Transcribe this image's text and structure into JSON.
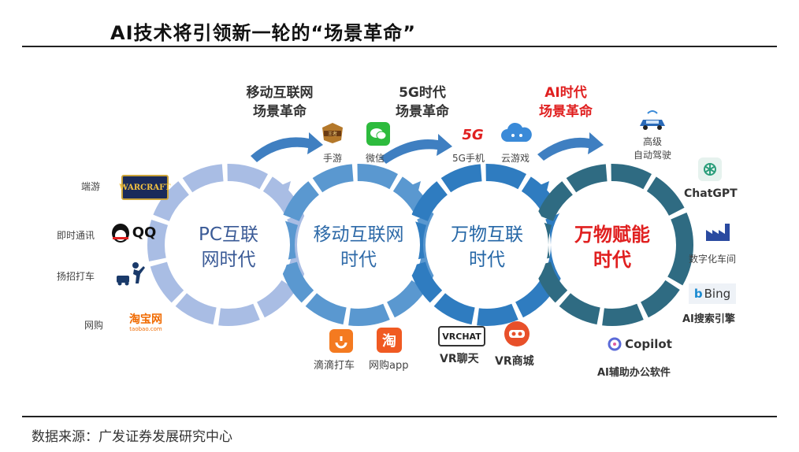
{
  "title": "AI技术将引领新一轮的“场景革命”",
  "source": "数据来源：广发证券发展研究中心",
  "revolutions": [
    {
      "line1": "移动互联网",
      "line2": "场景革命"
    },
    {
      "line1": "5G时代",
      "line2": "场景革命"
    },
    {
      "line1": "AI时代",
      "line2": "场景革命"
    }
  ],
  "eras": [
    {
      "line1": "PC互联",
      "line2": "网时代"
    },
    {
      "line1": "移动互联网",
      "line2": "时代"
    },
    {
      "line1": "万物互联",
      "line2": "时代"
    },
    {
      "line1": "万物赋能",
      "line2": "时代"
    }
  ],
  "pc_apps": [
    {
      "label": "端游",
      "logo": "WARCRAFT"
    },
    {
      "label": "即时通讯",
      "logo": "QQ"
    },
    {
      "label": "扬招打车",
      "logo": "taxi-icon"
    },
    {
      "label": "网购",
      "logo": "淘宝网",
      "logo_sub": "taobao.com"
    }
  ],
  "mobile_apps": [
    {
      "label": "手游",
      "logo": "game-icon"
    },
    {
      "label": "微信",
      "logo": "wechat-icon"
    },
    {
      "label": "滴滴打车",
      "logo": "didi-icon"
    },
    {
      "label": "网购app",
      "logo": "淘"
    }
  ],
  "iot_apps": [
    {
      "label": "5G手机",
      "logo": "5G"
    },
    {
      "label": "云游戏",
      "logo": "cloud-game-icon"
    },
    {
      "label": "VR聊天",
      "logo": "VRCHAT"
    },
    {
      "label": "VR商城",
      "logo": "vr-mall-icon"
    }
  ],
  "ai_apps": [
    {
      "label": "高级",
      "label2": "自动驾驶",
      "logo": "car-icon"
    },
    {
      "label": "ChatGPT",
      "logo": "chatgpt-icon"
    },
    {
      "label": "数字化车间",
      "logo": "factory-icon"
    },
    {
      "label": "AI搜索引擎",
      "logo": "Bing"
    },
    {
      "label": "AI辅助办公软件",
      "logo": "Copilot"
    }
  ],
  "colors": {
    "ring1": "#a9bde4",
    "ring2": "#5a98d0",
    "ring3": "#2f7cc0",
    "ring4": "#2f6b82",
    "arrow": "#3f7fc1",
    "accent_red": "#e02020"
  }
}
